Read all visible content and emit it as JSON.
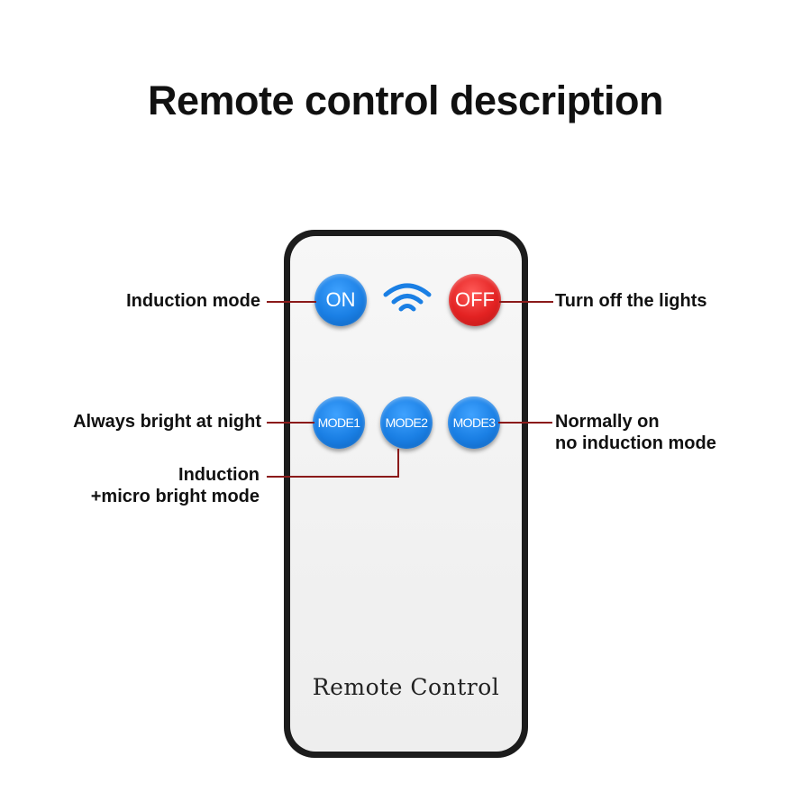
{
  "title": "Remote control description",
  "remote": {
    "brand_label": "Remote Control",
    "buttons": {
      "on": {
        "label": "ON",
        "color": "#1a7fe4"
      },
      "off": {
        "label": "OFF",
        "color": "#e32222"
      },
      "mode1": {
        "label": "MODE1",
        "color": "#1a7fe4"
      },
      "mode2": {
        "label": "MODE2",
        "color": "#1a7fe4"
      },
      "mode3": {
        "label": "MODE3",
        "color": "#1a7fe4"
      }
    },
    "signal_icon": "wifi-signal-icon",
    "signal_color": "#1a7fe4"
  },
  "callouts": {
    "on": "Induction mode",
    "off": "Turn off the lights",
    "mode1": "Always bright at night",
    "mode2_line1": "Induction",
    "mode2_line2": "+micro bright mode",
    "mode3_line1": "Normally on",
    "mode3_line2": "no induction mode"
  },
  "leader_line_color": "#8b1a1a"
}
